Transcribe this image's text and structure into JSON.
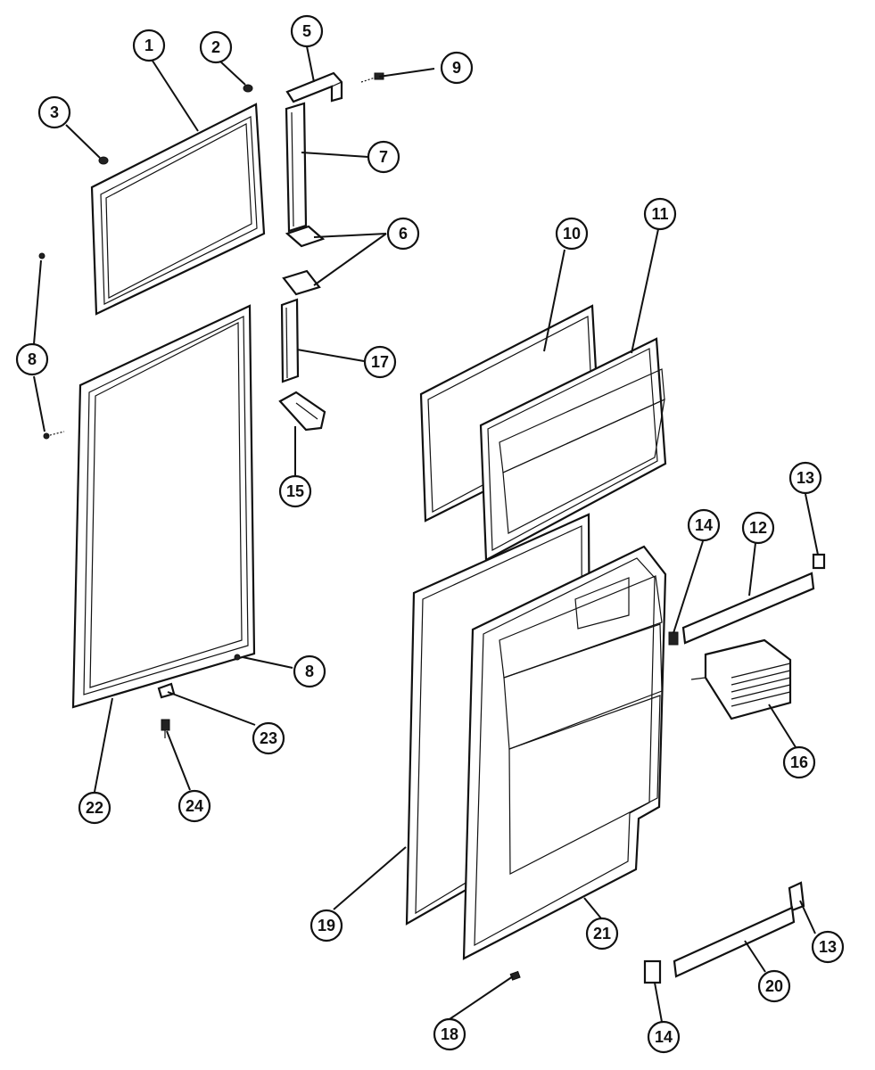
{
  "callouts": {
    "c1": "1",
    "c2": "2",
    "c3": "3",
    "c5": "5",
    "c6": "6",
    "c7": "7",
    "c8a": "8",
    "c8b": "8",
    "c9": "9",
    "c10": "10",
    "c11": "11",
    "c12": "12",
    "c13a": "13",
    "c13b": "13",
    "c14a": "14",
    "c14b": "14",
    "c15": "15",
    "c16": "16",
    "c17": "17",
    "c18": "18",
    "c19": "19",
    "c20": "20",
    "c21": "21",
    "c22": "22",
    "c23": "23",
    "c24": "24"
  }
}
